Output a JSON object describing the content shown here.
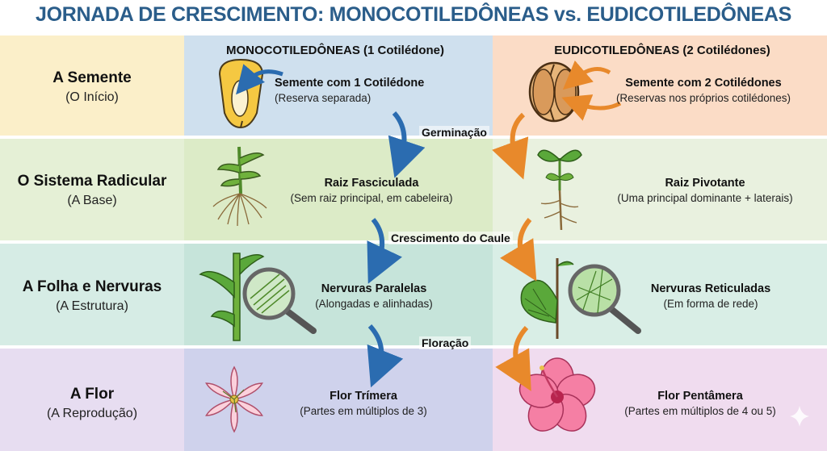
{
  "title": "JORNADA DE CRESCIMENTO: MONOCOTILEDÔNEAS vs. EUDICOTILEDÔNEAS",
  "columns": {
    "mono": "MONOCOTILEDÔNEAS (1 Cotilédone)",
    "eudi": "EUDICOTILEDÔNEAS (2 Cotilédones)"
  },
  "rows": [
    {
      "label": "A Semente",
      "sub": "(O Início)",
      "mono": {
        "title": "Semente com 1 Cotilédone",
        "sub": "(Reserva separada)"
      },
      "eudi": {
        "title": "Semente com 2 Cotilédones",
        "sub": "(Reservas nos próprios cotilédones)"
      }
    },
    {
      "label": "O Sistema Radicular",
      "sub": "(A Base)",
      "mono": {
        "title": "Raiz Fasciculada",
        "sub": "(Sem raiz principal, em cabeleira)"
      },
      "eudi": {
        "title": "Raiz Pivotante",
        "sub": "(Uma principal dominante + laterais)"
      }
    },
    {
      "label": "A Folha e Nervuras",
      "sub": "(A Estrutura)",
      "mono": {
        "title": "Nervuras Paralelas",
        "sub": "(Alongadas e alinhadas)"
      },
      "eudi": {
        "title": "Nervuras Reticuladas",
        "sub": "(Em forma de rede)"
      }
    },
    {
      "label": "A Flor",
      "sub": "(A Reprodução)",
      "mono": {
        "title": "Flor Trímera",
        "sub": "(Partes em múltiplos de 3)"
      },
      "eudi": {
        "title": "Flor Pentâmera",
        "sub": "(Partes em múltiplos de 4 ou 5)"
      }
    }
  ],
  "stages": [
    "Germinação",
    "Crescimento do Caule",
    "Floração"
  ],
  "colors": {
    "title": "#2a5d8a",
    "mono_arrow": "#2b6cb0",
    "eudi_arrow": "#e8892b"
  }
}
